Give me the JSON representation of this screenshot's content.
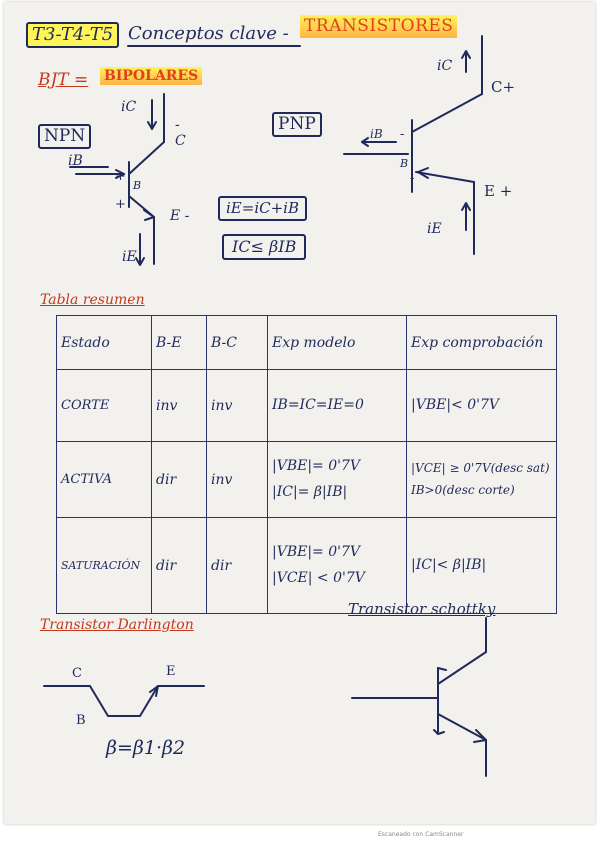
{
  "header": {
    "code": "T3-T4-T5",
    "title": "Conceptos clave -",
    "topic": "TRANSISTORES"
  },
  "bjt": {
    "label": "BJT =",
    "sub": "BIPOLARES",
    "npn": {
      "box": "NPN",
      "ic": "iC",
      "c_minus": "-",
      "c": "C",
      "ib": "iB",
      "plus": "+",
      "b": "B",
      "plus2": "+",
      "e_minus": "E -",
      "ie": "iE"
    },
    "pnp": {
      "box": "PNP",
      "ic": "iC",
      "c_plus": "C+",
      "ib": "iB",
      "minus": "-",
      "b": "B",
      "minus2": "-",
      "e_plus": "E +",
      "ie": "iE"
    },
    "eq1": "iE=iC+iB",
    "eq2": "IC≤ βIB"
  },
  "table": {
    "title": "Tabla resumen",
    "headers": [
      "Estado",
      "B-E",
      "B-C",
      "Exp modelo",
      "Exp comprobación"
    ],
    "rows": [
      {
        "estado": "CORTE",
        "be": "inv",
        "bc": "inv",
        "modelo": [
          "IB=IC=IE=0"
        ],
        "comprobacion": [
          "|VBE|< 0'7V"
        ]
      },
      {
        "estado": "ACTIVA",
        "be": "dir",
        "bc": "inv",
        "modelo": [
          "|VBE|= 0'7V",
          "|IC|= β|IB|"
        ],
        "comprobacion": [
          "|VCE| ≥ 0'7V(desc sat)",
          "IB>0(desc corte)"
        ]
      },
      {
        "estado": "SATURACIÓN",
        "be": "dir",
        "bc": "dir",
        "modelo": [
          "|VBE|= 0'7V",
          "|VCE| < 0'7V"
        ],
        "comprobacion": [
          "|IC|< β|IB|"
        ]
      }
    ]
  },
  "darlington": {
    "title": "Transistor Darlington",
    "c": "C",
    "e": "E",
    "b": "B",
    "formula": "β=β1·β2"
  },
  "schottky": {
    "title": "Transistor schottky"
  },
  "footer": "Escaneado con CamScanner"
}
